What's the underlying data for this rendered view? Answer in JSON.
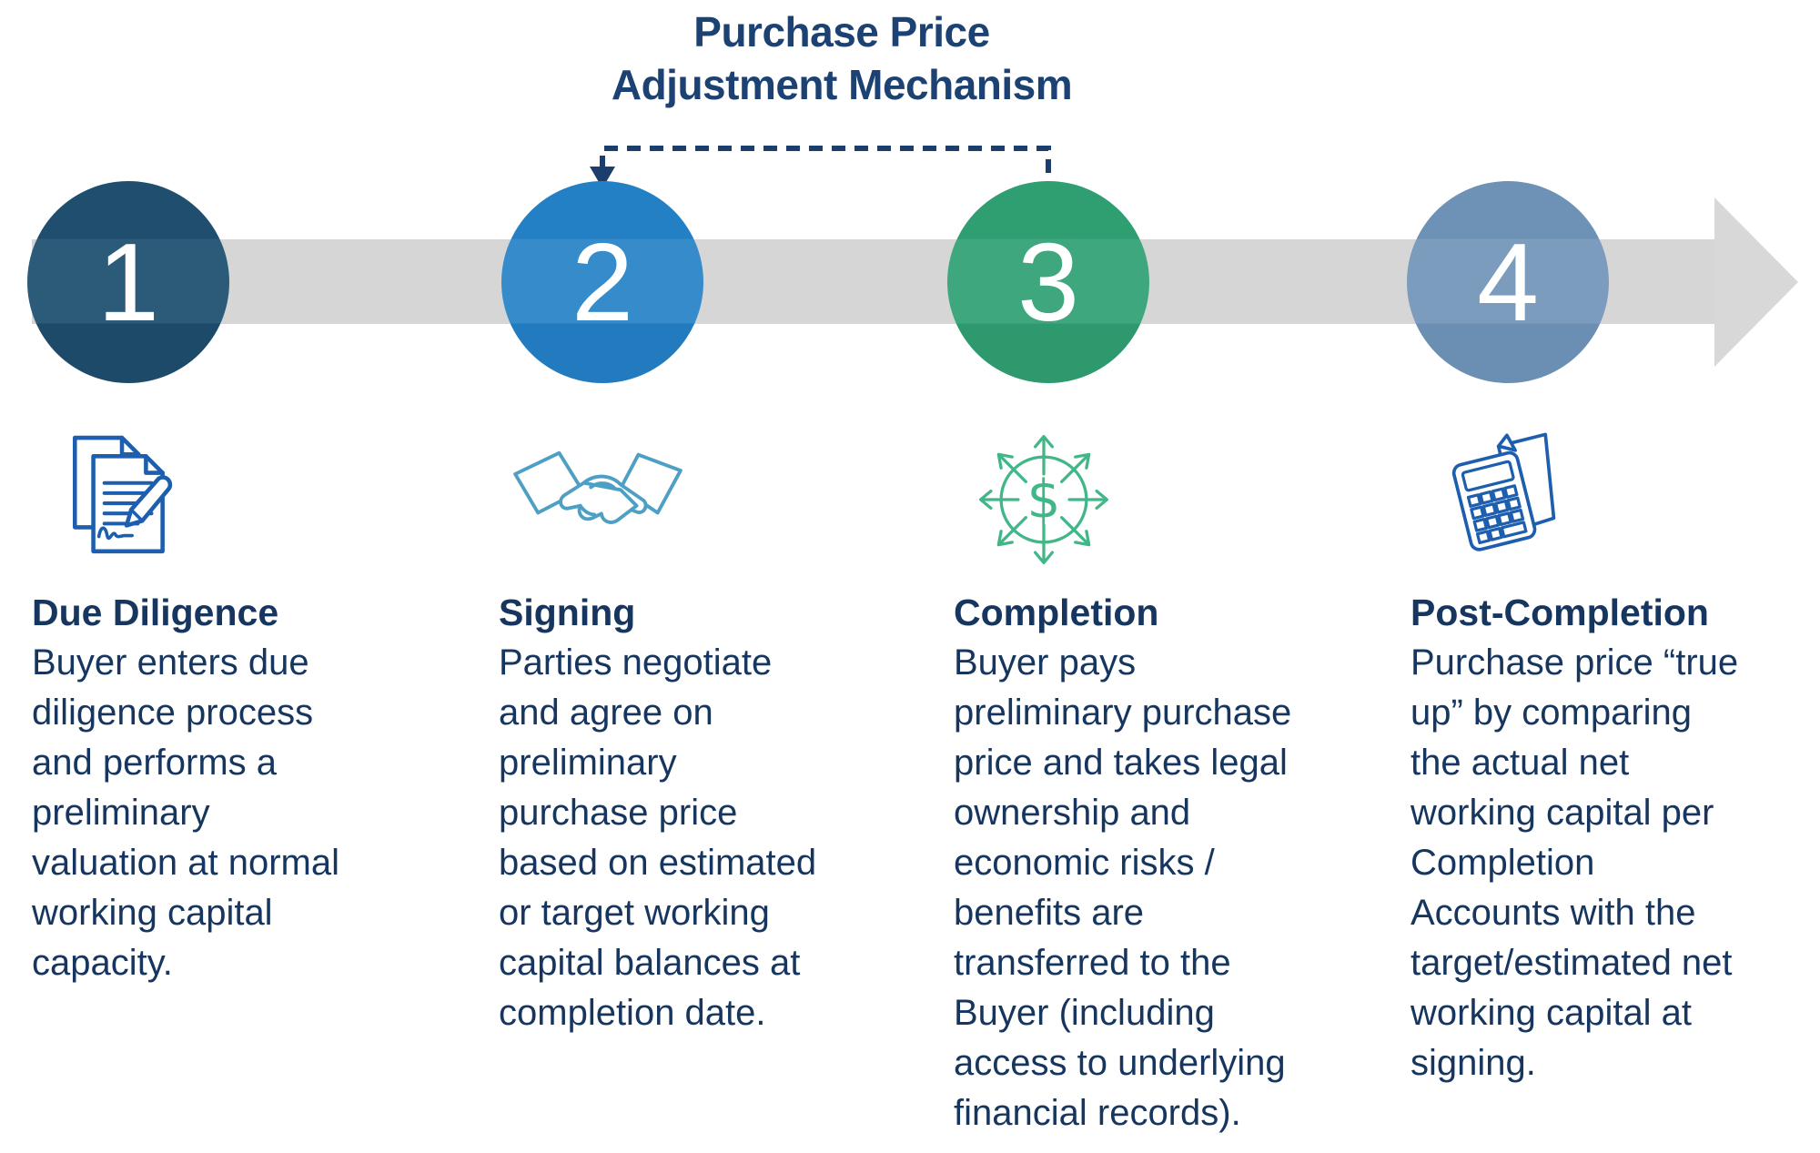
{
  "title": "Purchase Price\nAdjustment Mechanism",
  "connector": {
    "description": "dashed bracket linking step 2 and step 3",
    "color": "#1B3E6D"
  },
  "timeline": {
    "band_color": "#D6D6D6",
    "arrow_color": "#D8D8D8"
  },
  "steps": [
    {
      "number": "1",
      "heading": "Due Diligence",
      "body": "Buyer enters due\ndiligence process\nand performs a\npreliminary\nvaluation at normal\nworking capital\ncapacity.",
      "circle_color": "#1F4E6E",
      "icon": "signed-documents-icon",
      "icon_color": "#1D5FAE"
    },
    {
      "number": "2",
      "heading": "Signing",
      "body": "Parties negotiate\nand agree on\npreliminary\npurchase price\nbased on estimated\nor target working\ncapital balances at\ncompletion date.",
      "circle_color": "#2380C4",
      "icon": "handshake-icon",
      "icon_color": "#4E9FC4"
    },
    {
      "number": "3",
      "heading": "Completion",
      "body": "Buyer pays\npreliminary purchase\nprice and takes legal\nownership and\neconomic risks /\nbenefits are\ntransferred to the\nBuyer (including\naccess to underlying\nfinancial records).",
      "circle_color": "#2F9E71",
      "icon": "dollar-distribution-icon",
      "icon_color": "#41B787",
      "icon_symbol": "$"
    },
    {
      "number": "4",
      "heading": "Post-Completion",
      "body": "Purchase price “true\nup” by comparing\nthe actual net\nworking capital per\nCompletion\nAccounts with the\ntarget/estimated net\nworking capital at\nsigning.",
      "circle_color": "#6E92B5",
      "icon": "calculator-document-icon",
      "icon_color": "#1D5FAE"
    }
  ]
}
